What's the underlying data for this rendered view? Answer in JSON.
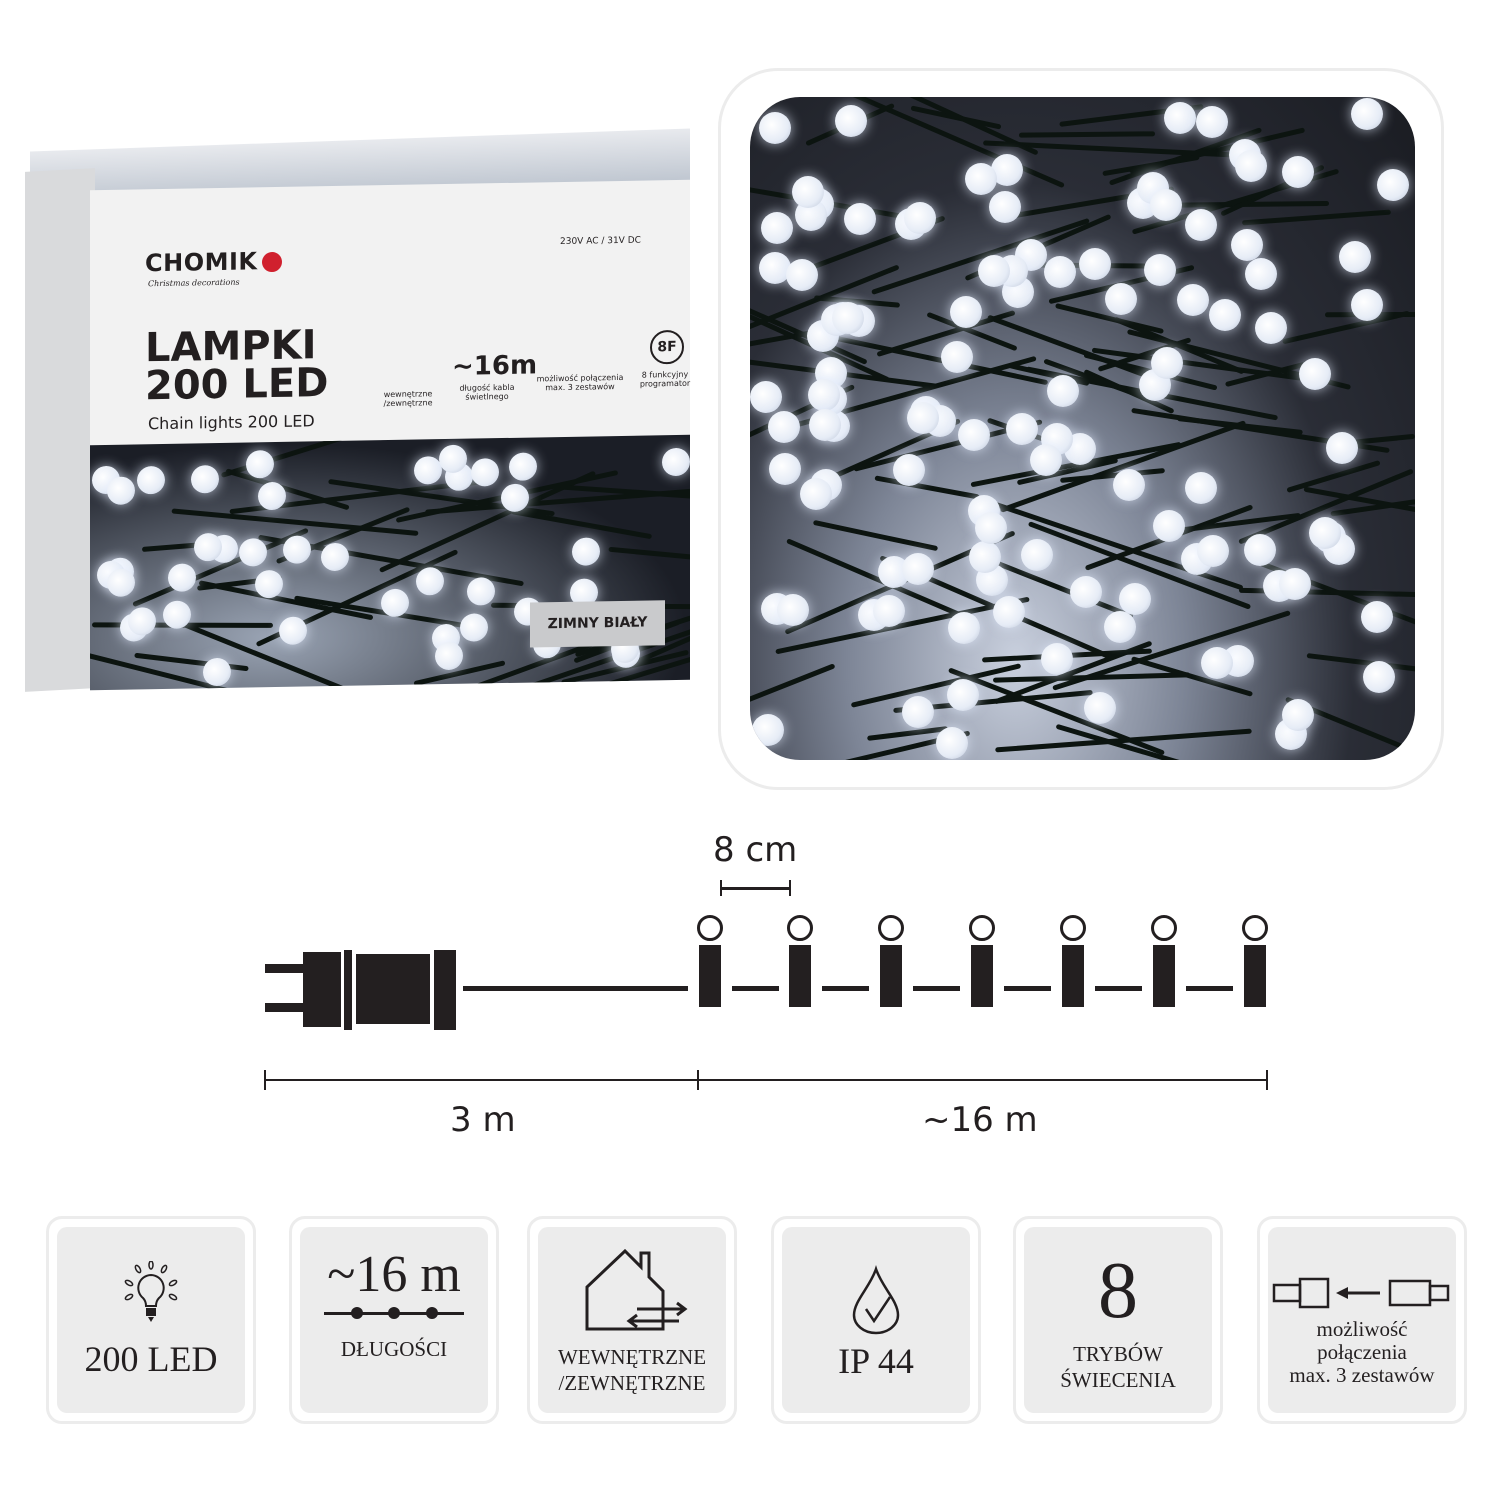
{
  "box": {
    "brand": "CHOMIK",
    "brand_tagline": "Christmas decorations",
    "voltage": "230V AC / 31V DC",
    "title_line1": "LAMPKI",
    "title_line2": "200 LED",
    "subtitle_en": "Chain lights 200 LED",
    "indoor_label": "wewnętrzne /zewnętrzne",
    "length": "~16m",
    "length_label": "długość kabla świetlnego",
    "connect_label": "możliwość połączenia max. 3 zestawów",
    "programs_badge": "8F",
    "programs_label": "8 funkcyjny programator",
    "color_tag": "ZIMNY BIAŁY"
  },
  "diagram": {
    "spacing_label": "8 cm",
    "lead_length": "3 m",
    "chain_length": "~16 m"
  },
  "features": [
    {
      "icon": "lightbulb-icon",
      "value": "200 LED"
    },
    {
      "icon": "chain-length-icon",
      "value": "~16 m",
      "label": "DŁUGOŚCI"
    },
    {
      "icon": "house-indoor-outdoor-icon",
      "label_line1": "WEWNĘTRZNE",
      "label_line2": "/ZEWNĘTRZNE"
    },
    {
      "icon": "water-drop-check-icon",
      "value": "IP 44"
    },
    {
      "value": "8",
      "label_line1": "TRYBÓW",
      "label_line2": "ŚWIECENIA"
    },
    {
      "icon": "connector-icon",
      "label_line1": "możliwość",
      "label_line2": "połączenia",
      "label_line3": "max. 3 zestawów"
    }
  ]
}
